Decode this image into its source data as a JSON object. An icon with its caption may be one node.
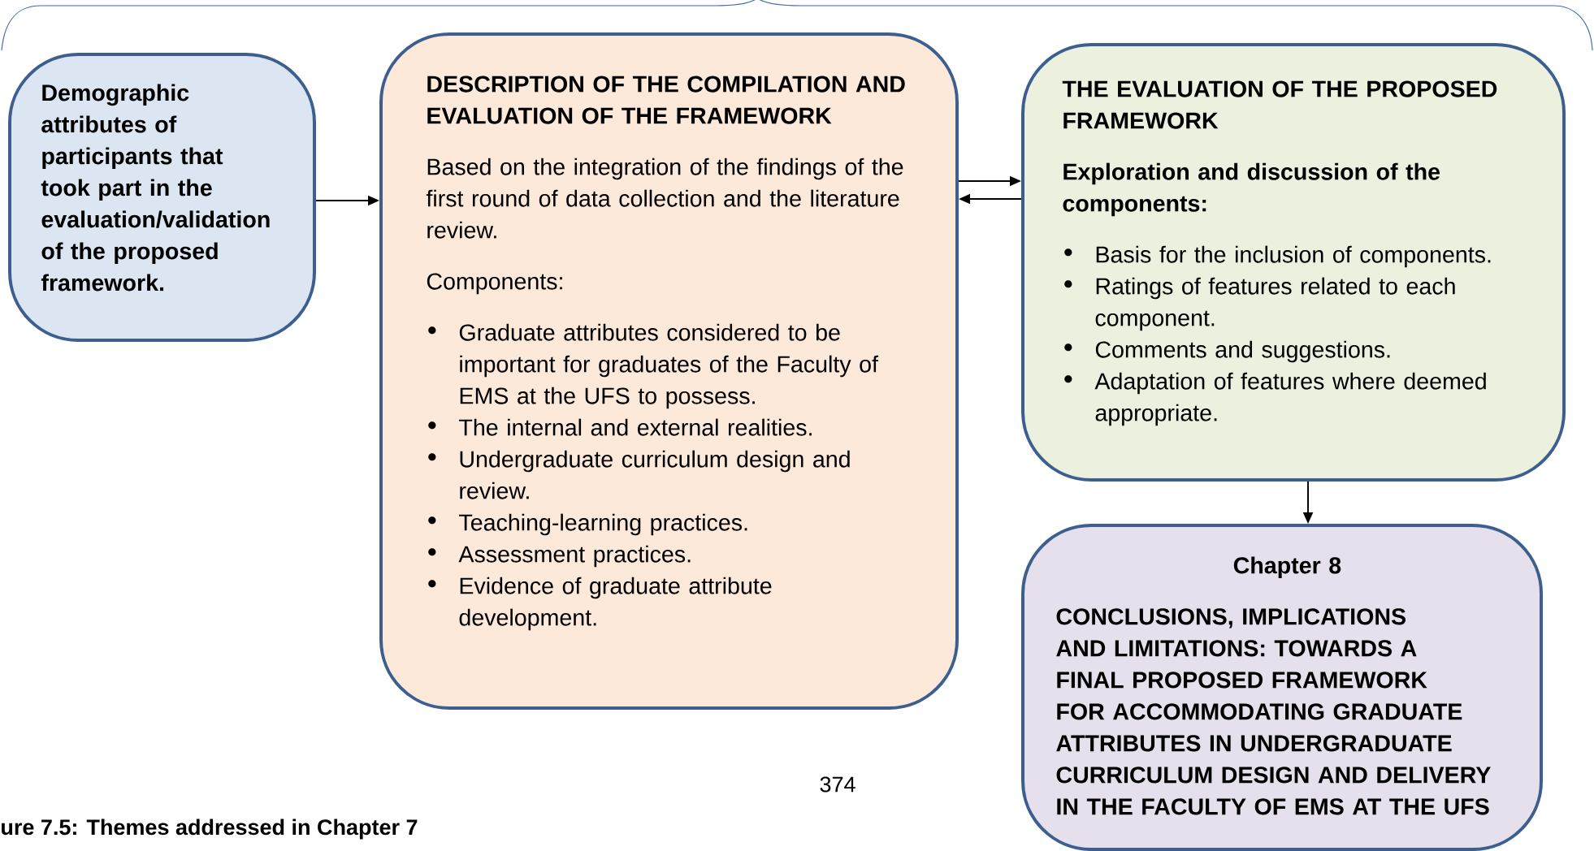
{
  "diagram": {
    "caption": "ure 7.5: Themes addressed in Chapter 7",
    "nodes": [
      {
        "text": [
          "Demographic attributes of participants that took part in the evaluation/validation of the proposed framework."
        ]
      },
      {
        "text": [
          "DESCRIPTION OF THE COMPILATION AND EVALUATION OF THE FRAMEWORK",
          "Based on the integration of the findings of the first round of data collection and the literature review.",
          "Components:",
          "Graduate attributes considered to be important for graduates of the Faculty of EMS at the UFS to possess.",
          "The internal and external realities.",
          "Undergraduate curriculum design and review.",
          "Teaching-learning practices.",
          "Assessment practices.",
          "Evidence of graduate attribute development."
        ]
      },
      {
        "text": [
          "THE EVALUATION OF THE PROPOSED FRAMEWORK",
          "Exploration and discussion of the components:",
          "Basis for the inclusion of components.",
          "Ratings of features related to each component.",
          "Comments and suggestions.",
          "Adaptation of features where deemed appropriate."
        ]
      },
      {
        "text": [
          "Chapter 8",
          "CONCLUSIONS, IMPLICATIONS AND LIMITATIONS: TOWARDS A FINAL PROPOSED FRAMEWORK FOR ACCOMMODATING GRADUATE ATTRIBUTES IN UNDERGRADUATE CURRICULUM DESIGN AND DELIVERY IN THE FACULTY OF EMS AT THE UFS"
        ]
      }
    ],
    "edges": [
      {
        "from": 0,
        "to": 1,
        "arrow": "to"
      },
      {
        "from": 1,
        "to": 2,
        "arrow": "to"
      },
      {
        "from": 2,
        "to": 1,
        "arrow": "to"
      },
      {
        "from": 2,
        "to": 3,
        "arrow": "to"
      }
    ],
    "labels": [
      "374"
    ]
  }
}
